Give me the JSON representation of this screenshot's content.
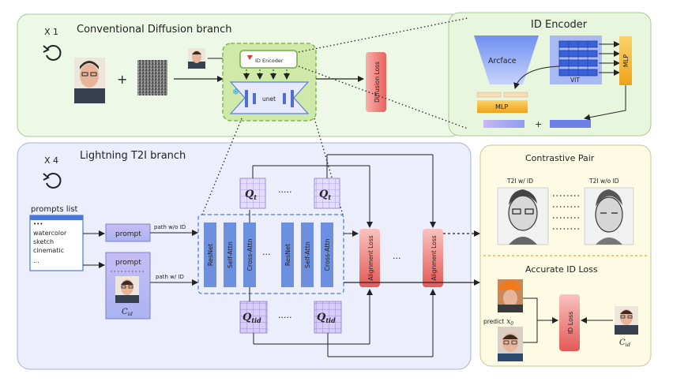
{
  "branches": {
    "conventional": {
      "repeat": "X 1",
      "title": "Conventional Diffusion branch"
    },
    "lightning": {
      "repeat": "X 4",
      "title": "Lightning T2I branch"
    }
  },
  "id_encoder_panel": {
    "title": "ID Encoder",
    "arcface": "Arcface",
    "vit": "VIT",
    "mlp_right": "MLP",
    "mlp_left": "MLP",
    "plus": "+"
  },
  "unet_block": {
    "id_encoder_label": "ID Encoder",
    "unet_label": "unet",
    "plus": "+"
  },
  "diffusion_loss": "Diffusion Loss",
  "prompts_list": {
    "title": "prompts list",
    "items": [
      "watercolor",
      "sketch",
      "cinematic",
      "..."
    ]
  },
  "prompt_top": "prompt",
  "prompt_bottom": "prompt",
  "c_id": "C",
  "c_id_sub": "id",
  "path_without_id": "path w/o ID",
  "path_with_id": "path w/ ID",
  "blocks": [
    "ResNet",
    "Self-Attn",
    "Cross-Attn",
    "ResNet",
    "Self-Attn",
    "Cross-Attn"
  ],
  "ellipsis": "···",
  "q_t": {
    "main": "Q",
    "sub": "t"
  },
  "q_tid": {
    "main": "Q",
    "sub": "tid"
  },
  "q_dots": "·····",
  "alignment_loss": "Alignment Loss",
  "contrastive_panel": {
    "title": "Contrastive Pair",
    "left_label": "T2I w/ ID",
    "right_label": "T2I w/o ID"
  },
  "accurate_panel": {
    "title": "Accurate ID Loss",
    "predict": "predict",
    "x0_main": "x",
    "x0_sub": "0",
    "id_loss": "ID Loss",
    "c_id": "C",
    "c_id_sub": "id"
  },
  "colors": {
    "green_panel": "#eef8e6",
    "lavender_panel": "#eceefc",
    "yellow_panel": "#fdfbe3",
    "loss_red": "#ef7b7b",
    "block_blue": "#6d8fe0",
    "mlp_orange": "#f4b320",
    "query_purple": "#c9b8f2"
  }
}
